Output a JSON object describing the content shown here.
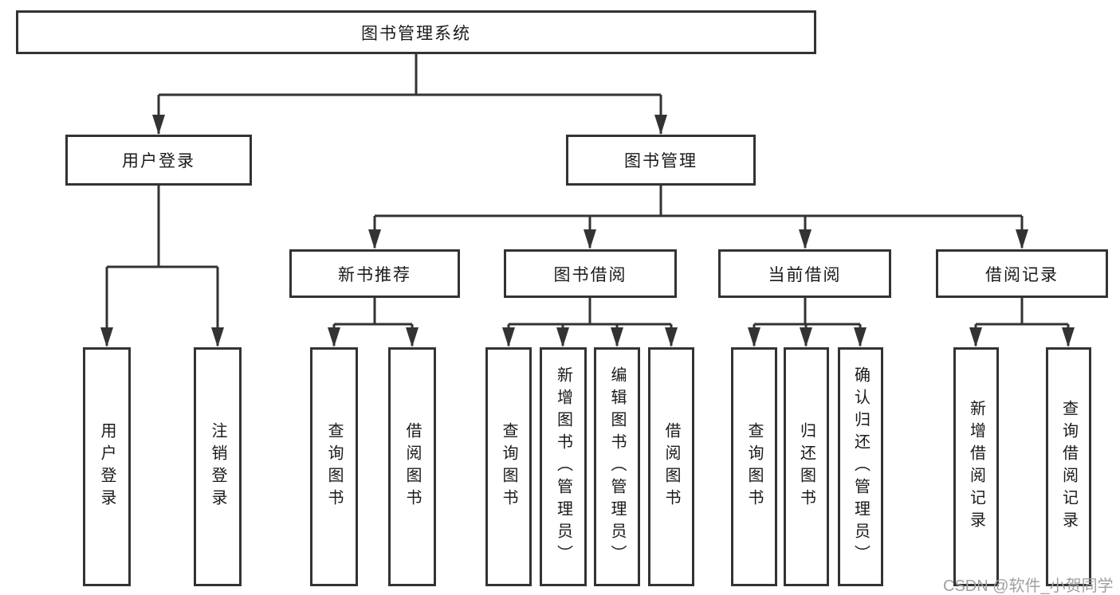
{
  "colors": {
    "line": "#333333",
    "text": "#1a1a1a",
    "box_bg": "#ffffff",
    "watermark_color": "#a0a0a0",
    "page_bg": "#ffffff"
  },
  "watermark": {
    "text": "CSDN @软件_小贺同学"
  },
  "tree": {
    "root": {
      "label": "图书管理系统"
    },
    "branches": [
      {
        "label": "用户登录",
        "children": [
          {
            "label": "用户登录"
          },
          {
            "label": "注销登录"
          }
        ]
      },
      {
        "label": "图书管理",
        "children": [
          {
            "label": "新书推荐",
            "children": [
              {
                "label": "查询图书"
              },
              {
                "label": "借阅图书"
              }
            ]
          },
          {
            "label": "图书借阅",
            "children": [
              {
                "label": "查询图书"
              },
              {
                "label": "新增图书（管理员）"
              },
              {
                "label": "编辑图书（管理员）"
              },
              {
                "label": "借阅图书"
              }
            ]
          },
          {
            "label": "当前借阅",
            "children": [
              {
                "label": "查询图书"
              },
              {
                "label": "归还图书"
              },
              {
                "label": "确认归还（管理员）"
              }
            ]
          },
          {
            "label": "借阅记录",
            "children": [
              {
                "label": "新增借阅记录"
              },
              {
                "label": "查询借阅记录"
              }
            ]
          }
        ]
      }
    ]
  }
}
